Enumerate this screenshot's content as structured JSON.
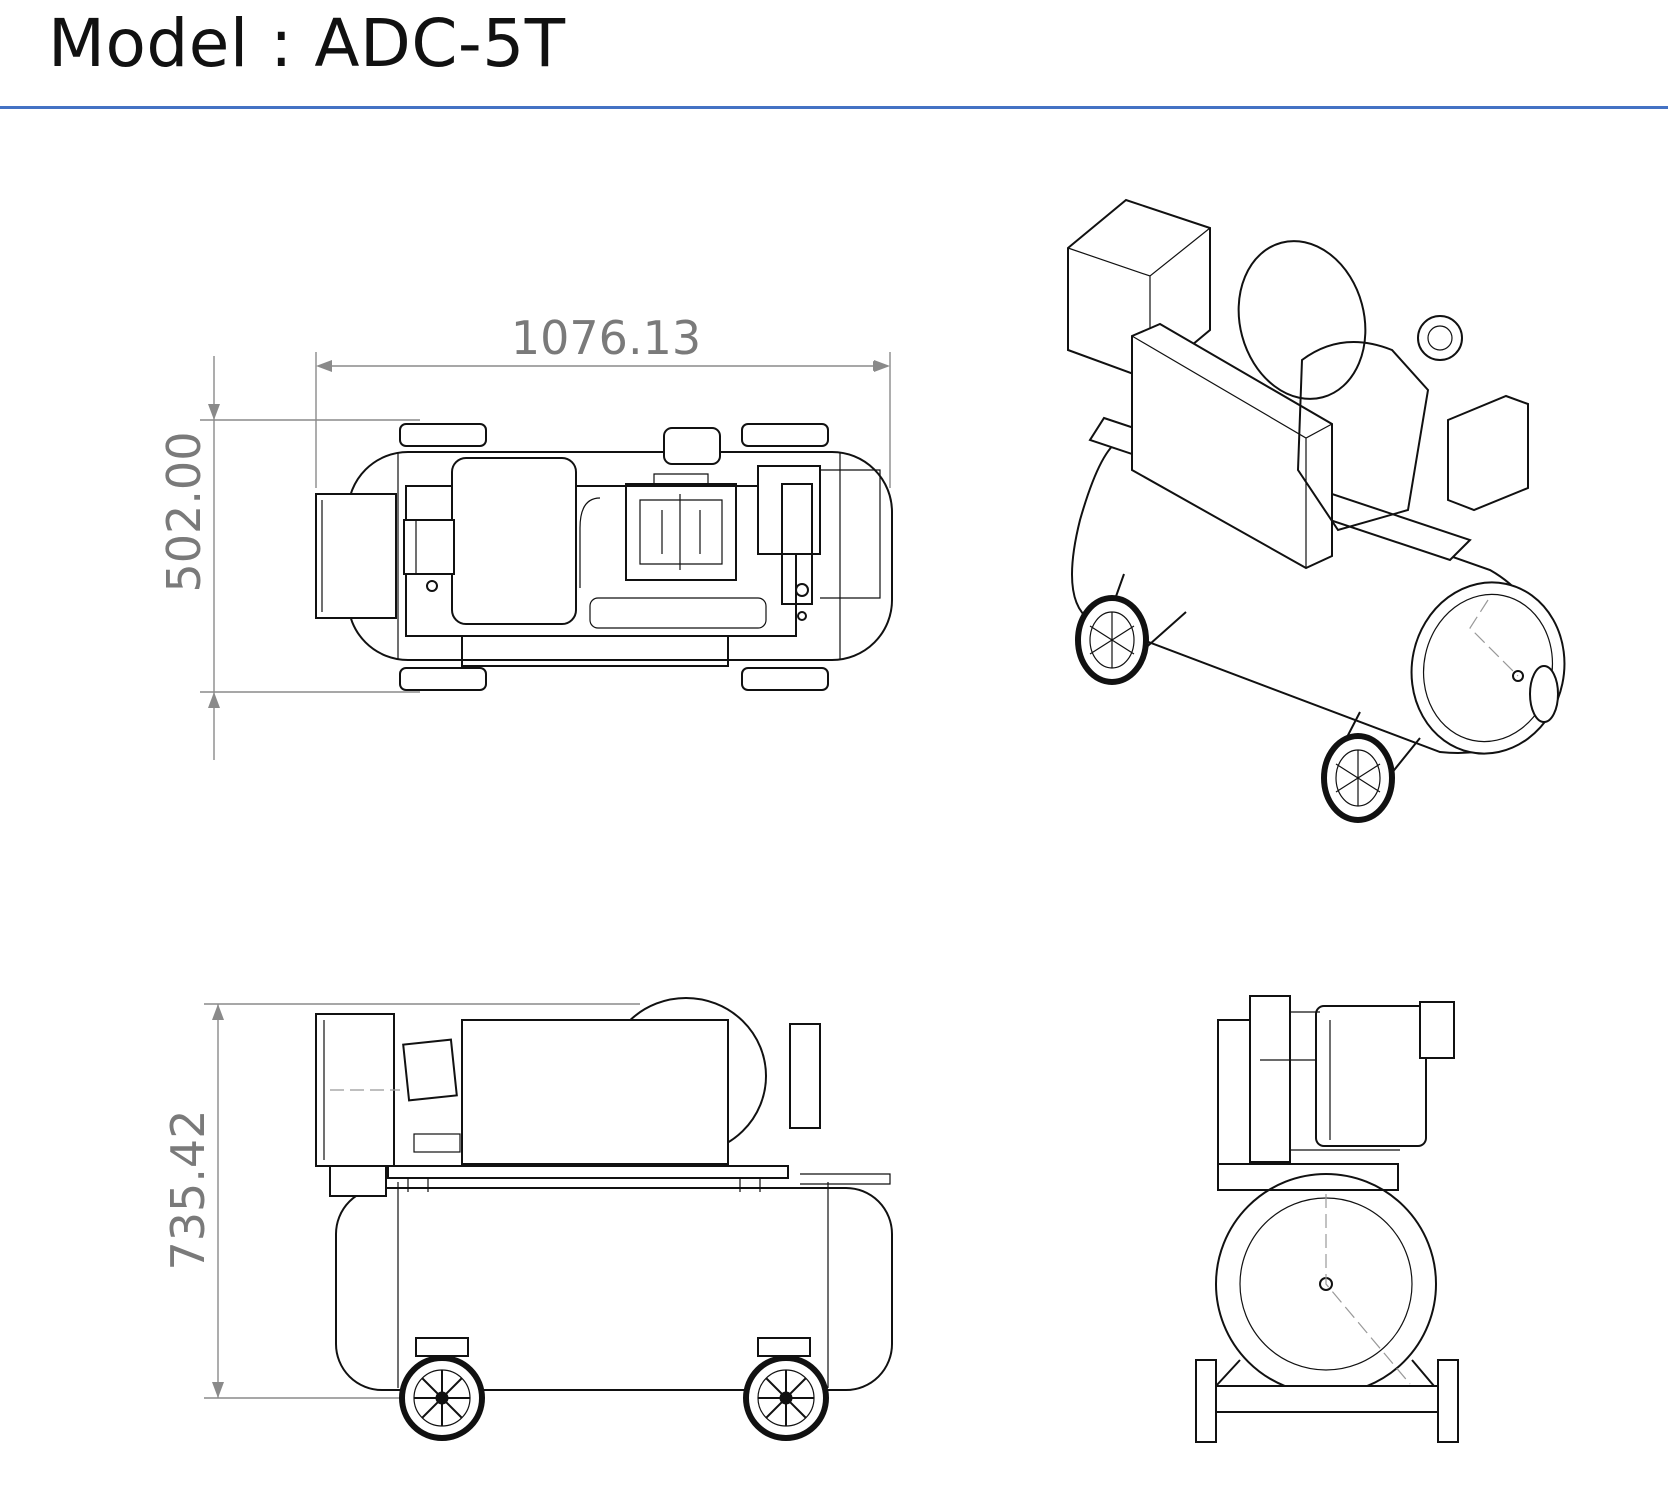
{
  "header": {
    "title": "Model : ADC-5T"
  },
  "views": {
    "top_view": {
      "width_dimension": "1076.13",
      "depth_dimension": "502.00"
    },
    "front_view": {
      "height_dimension": "735.42"
    },
    "isometric_view": {},
    "side_view": {}
  },
  "colors": {
    "title_rule": "#4472c4",
    "dimension_text": "#7a7a7a",
    "line": "#111111"
  }
}
